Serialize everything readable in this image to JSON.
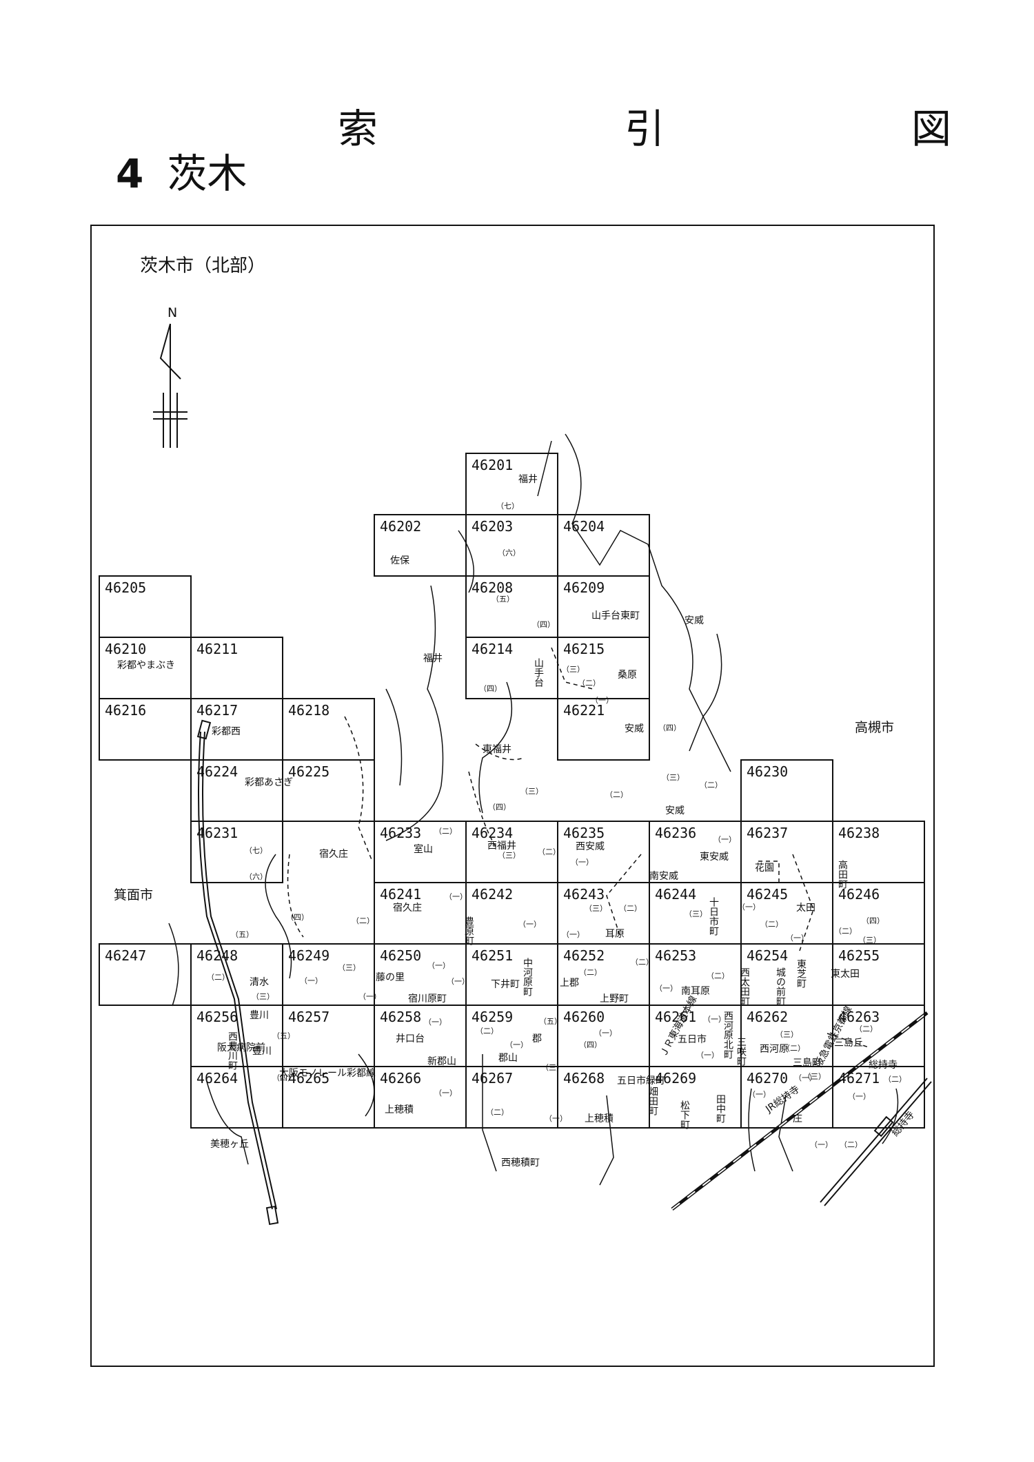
{
  "page": {
    "title": "索　引　図",
    "section_number": "4",
    "section_name": "茨木",
    "map_title": "茨木市（北部）",
    "north_label": "N"
  },
  "neighbors": {
    "east": "高槻市",
    "west": "箕面市"
  },
  "grid_cells": [
    "46201",
    "46202",
    "46203",
    "46204",
    "46205",
    "46208",
    "46209",
    "46210",
    "46211",
    "46214",
    "46215",
    "46216",
    "46217",
    "46218",
    "46221",
    "46224",
    "46225",
    "46230",
    "46231",
    "46233",
    "46234",
    "46235",
    "46236",
    "46237",
    "46238",
    "46241",
    "46242",
    "46243",
    "46244",
    "46245",
    "46246",
    "46247",
    "46248",
    "46249",
    "46250",
    "46251",
    "46252",
    "46253",
    "46254",
    "46255",
    "46256",
    "46257",
    "46258",
    "46259",
    "46260",
    "46261",
    "46262",
    "46263",
    "46264",
    "46265",
    "46266",
    "46267",
    "46268",
    "46269",
    "46270",
    "46271"
  ],
  "places": {
    "fukui_a": "福井",
    "saho": "佐保",
    "fukui_b": "福井",
    "yamatedai_higashi": "山手台東町",
    "ano": "安威",
    "saito_yamabuki": "彩都やまぶき",
    "yamatedai": "山手台",
    "kuwahara": "桑原",
    "saito_nishi": "彩都西",
    "ano_b": "安威",
    "higashi_fukui": "東福井",
    "ano_c": "安威",
    "saito_asagi": "彩都あさぎ",
    "shukunosho": "宿久庄",
    "muroyama": "室山",
    "nishi_fukui": "西福井",
    "nishi_ano": "西安威",
    "higashi_ano": "東安威",
    "minami_ano": "南安威",
    "kaen": "花園",
    "takada": "高田町",
    "shukunosho_b": "宿久庄",
    "toyohara": "豊原町",
    "mimihara": "耳原",
    "tokaichi": "十日市町",
    "ota": "太田",
    "shimizu": "清水",
    "fujinosato": "藤の里",
    "shukugawara": "宿川原町",
    "nakagawara": "中河原町",
    "shimoi": "下井町",
    "kamikori": "上郡",
    "uenocho": "上野町",
    "minami_mimihara": "南耳原",
    "nishi_ota": "西太田町",
    "jonomae": "城の前町",
    "higashi_shiba": "東芝町",
    "higashi_ota": "東太田",
    "toyokawa": "豊川",
    "nishi_toyokawa": "西豊川町",
    "toyokawa_b": "豊川",
    "iguchidai": "井口台",
    "shin_koriyama": "新郡山",
    "kori": "郡",
    "koriyama": "郡山",
    "itsukaichi": "五日市",
    "nishi_kawara_kita": "西河原北町",
    "misaki": "三咲町",
    "nishi_kawara": "西河原",
    "mishima": "三島町",
    "mishima_oka": "三島丘",
    "sojiji_area": "総持寺",
    "kamihozumi": "上穂積",
    "itsukaichi_midori": "五日市緑町",
    "kamihozumi_b": "上穂積",
    "hatada": "畑田町",
    "matsushita": "松下町",
    "tanaka": "田中町",
    "sho": "庄",
    "mihogaoka": "美穂ヶ丘",
    "nishi_hozumi": "西穂積町"
  },
  "rail": {
    "monorail": "大阪モノレール彩都線",
    "handai": "阪大病院前",
    "jr_line": "ＪＲ東海道本線",
    "jr_sojiji": "JR総持寺",
    "hankyu": "阪急電鉄京都線",
    "hankyu_sojiji": "総持寺"
  },
  "subdivision_marks": [
    "（一）",
    "（二）",
    "（三）",
    "（四）",
    "（五）",
    "（六）",
    "（七）"
  ]
}
